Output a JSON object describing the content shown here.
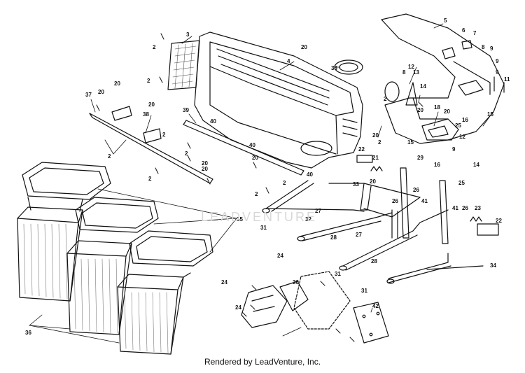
{
  "caption": "Rendered by LeadVenture, Inc.",
  "watermark": "LEADVENTURE",
  "callouts": [
    "2",
    "2",
    "2",
    "2",
    "2",
    "2",
    "2",
    "2",
    "2",
    "2",
    "3",
    "4",
    "5",
    "6",
    "7",
    "8",
    "9",
    "9",
    "9",
    "11",
    "12",
    "12",
    "13",
    "14",
    "14",
    "15",
    "15",
    "16",
    "16",
    "18",
    "20",
    "20",
    "20",
    "20",
    "20",
    "20",
    "20",
    "20",
    "20",
    "20",
    "20",
    "21",
    "22",
    "22",
    "23",
    "24",
    "24",
    "24",
    "25",
    "25",
    "26",
    "26",
    "26",
    "27",
    "27",
    "28",
    "28",
    "29",
    "30",
    "31",
    "31",
    "31",
    "32",
    "33",
    "33",
    "34",
    "35",
    "36",
    "37",
    "38",
    "39",
    "40",
    "40",
    "40",
    "41",
    "41",
    "42"
  ]
}
